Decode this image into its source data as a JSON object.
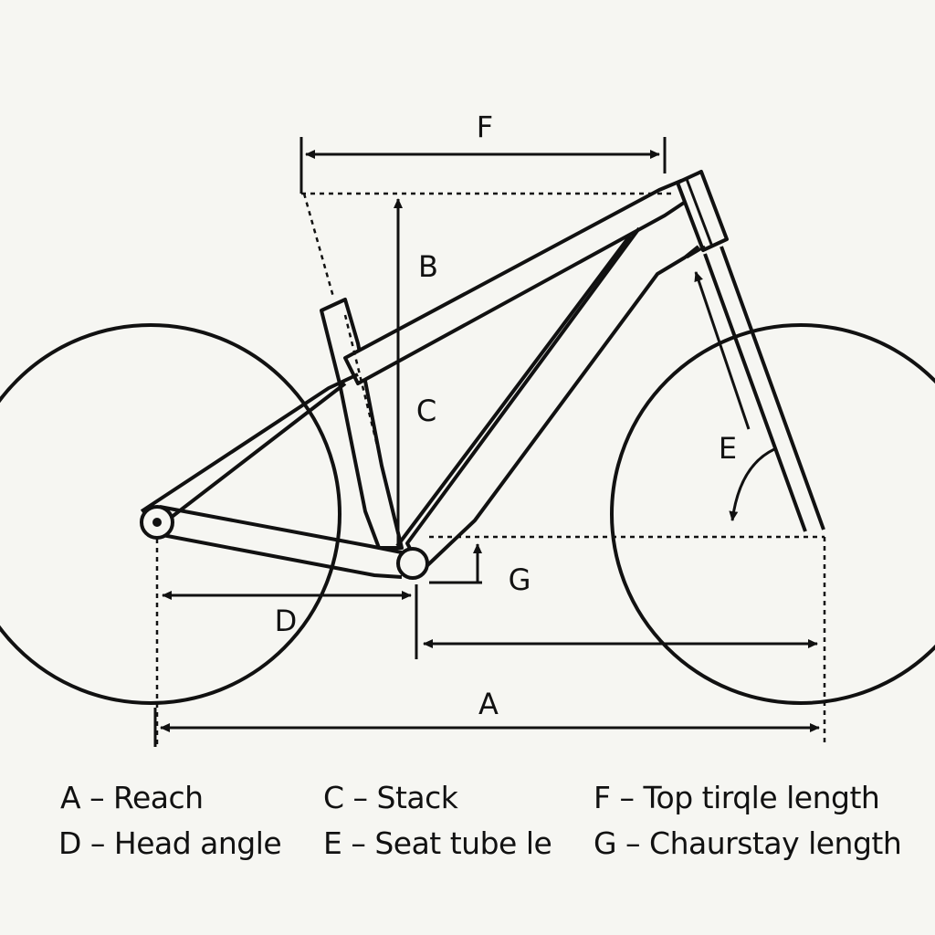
{
  "labels": {
    "a": "A",
    "b": "B",
    "c": "C",
    "d": "D",
    "e": "E",
    "f": "F",
    "g": "G"
  },
  "legend": [
    {
      "key": "a",
      "text": "A – Reach"
    },
    {
      "key": "c",
      "text": "C – Stack"
    },
    {
      "key": "f",
      "text": "F – Top tirqle length"
    },
    {
      "key": "d",
      "text": "D – Head angle"
    },
    {
      "key": "e",
      "text": "E – Seat tube le"
    },
    {
      "key": "g",
      "text": "G – Chaurstay length"
    }
  ],
  "colors": {
    "ink": "#111111",
    "paper": "#f6f6f2"
  }
}
